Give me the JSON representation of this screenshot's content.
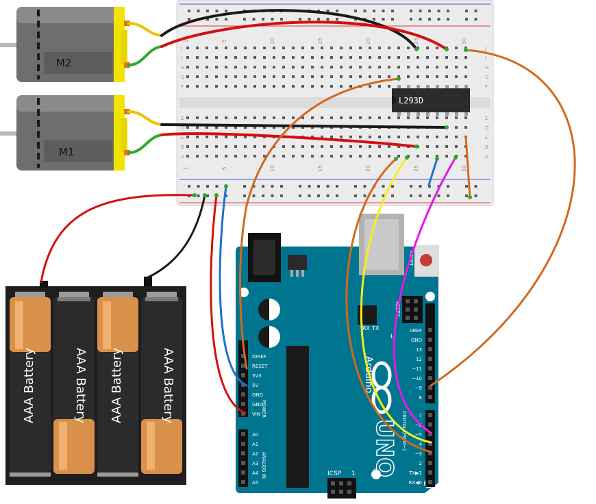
{
  "motors": [
    {
      "label": "M2"
    },
    {
      "label": "M1"
    }
  ],
  "chip": {
    "label": "L293D"
  },
  "battery": {
    "cell_label": "AAA Battery",
    "cell_count": 4
  },
  "breadboard": {
    "column_numbers": [
      "1",
      "5",
      "10",
      "15",
      "20",
      "25",
      "30"
    ],
    "row_letters_top": [
      "J",
      "I",
      "H",
      "G",
      "F"
    ],
    "row_letters_bottom": [
      "E",
      "D",
      "C",
      "B",
      "A"
    ]
  },
  "arduino": {
    "brand": "Arduino",
    "model": "UNO",
    "power_pins": [
      "IOREF",
      "RESET",
      "3V3",
      "5V",
      "GND",
      "GND",
      "VIN"
    ],
    "power_header": "POWER",
    "analog_pins": [
      "A0",
      "A1",
      "A2",
      "A3",
      "A4",
      "A5"
    ],
    "analog_header": "ANALOG IN",
    "digital_top": [
      "AREF",
      "GND",
      "13",
      "12",
      "~11",
      "~10",
      "~9",
      "8"
    ],
    "digital_bottom": [
      "7",
      "~6",
      "~5",
      "4",
      "~3",
      "2",
      "TX▶1",
      "RX◀0"
    ],
    "digital_header": "DIGITAL (PWM~)",
    "led_tx": "TX",
    "led_rx": "RX",
    "led_l": "L",
    "icsp": "ICSP",
    "icsp2": "ICSP2",
    "icsp_pin1": "1",
    "reset_label": "RESET",
    "on_label": "ON"
  },
  "wire_colors": {
    "red": "#d40f10",
    "black": "#1a1a1a",
    "blue": "#1f6fd0",
    "orange": "#d2691e",
    "yellow": "#f2ef1c",
    "magenta": "#e619e6",
    "green": "#2fa82f",
    "motor_yellow": "#f0c000"
  }
}
